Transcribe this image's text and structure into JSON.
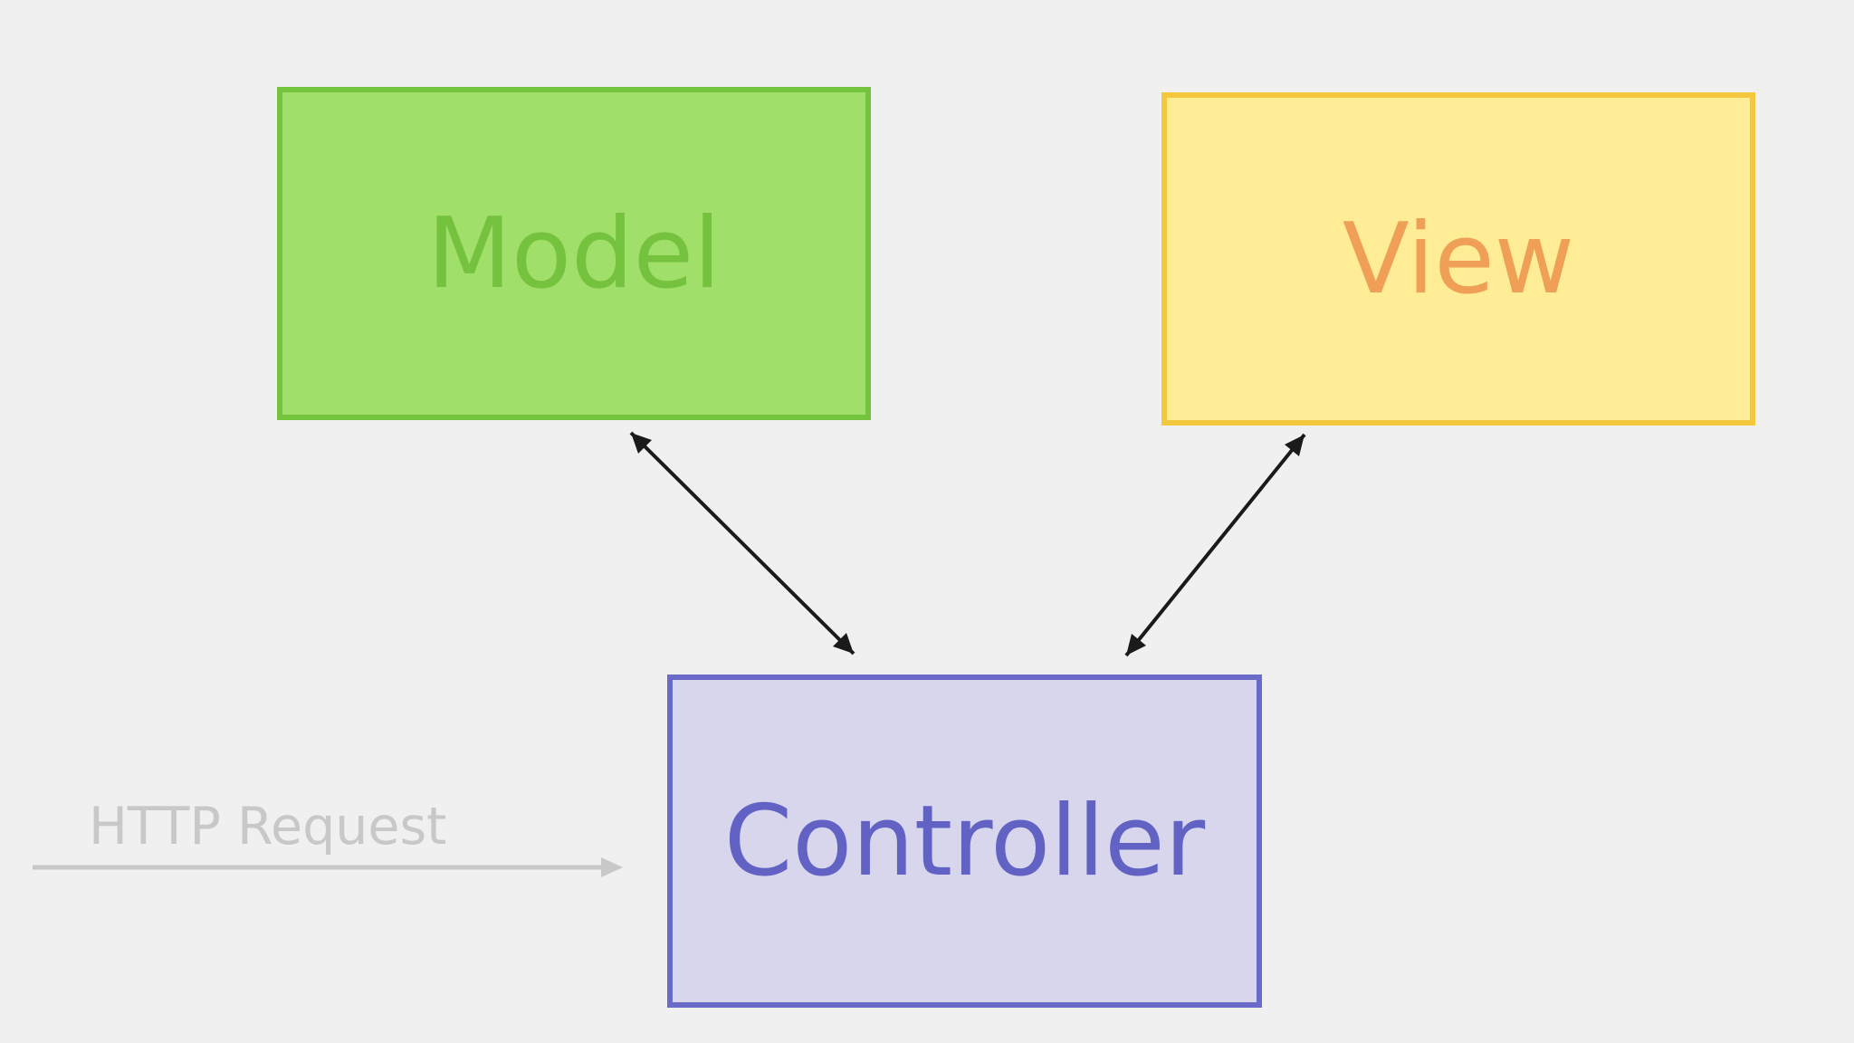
{
  "diagram": {
    "nodes": {
      "model": {
        "label": "Model"
      },
      "view": {
        "label": "View"
      },
      "controller": {
        "label": "Controller"
      }
    },
    "edges": [
      {
        "from": "model",
        "to": "controller",
        "bidirectional": true
      },
      {
        "from": "view",
        "to": "controller",
        "bidirectional": true
      },
      {
        "from": "http-request",
        "to": "controller",
        "bidirectional": false
      }
    ],
    "incoming_label": "HTTP Request"
  },
  "colors": {
    "background": "#f0f0f1",
    "model_fill": "#a0df6a",
    "model_border": "#73c33c",
    "model_text": "#75c23f",
    "view_fill": "#feec97",
    "view_border": "#f3c83c",
    "view_text": "#ef9f56",
    "controller_fill": "#d7d6ed",
    "controller_border": "#6a6ac9",
    "controller_text": "#6262c4",
    "arrow": "#1a1a1a",
    "request_arrow": "#c8c8c8"
  }
}
